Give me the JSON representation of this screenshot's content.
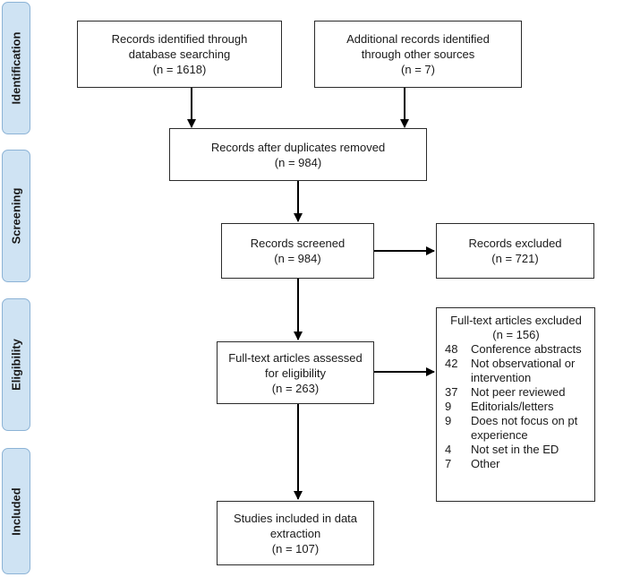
{
  "phases": [
    {
      "id": "identification",
      "label": "Identification"
    },
    {
      "id": "screening",
      "label": "Screening"
    },
    {
      "id": "eligibility",
      "label": "Eligibility"
    },
    {
      "id": "included",
      "label": "Included"
    }
  ],
  "boxes": {
    "database_search": {
      "line1": "Records identified through",
      "line2": "database searching",
      "line3": "(n =  1618)"
    },
    "other_sources": {
      "line1": "Additional records identified",
      "line2": "through other sources",
      "line3": "(n =  7)"
    },
    "after_duplicates": {
      "line1": "Records after duplicates removed",
      "line2": "(n = 984)"
    },
    "screened": {
      "line1": "Records screened",
      "line2": "(n = 984)"
    },
    "excluded": {
      "line1": "Records excluded",
      "line2": "(n = 721)"
    },
    "fulltext_assessed": {
      "line1": "Full-text articles assessed",
      "line2": "for eligibility",
      "line3": "(n = 263)"
    },
    "included": {
      "line1": "Studies included in data",
      "line2": "extraction",
      "line3": "(n = 107)"
    }
  },
  "fulltext_excluded": {
    "title": "Full-text articles excluded",
    "count": "(n = 156)",
    "reasons": [
      {
        "n": "48",
        "line1": "Conference abstracts",
        "line2": ""
      },
      {
        "n": "42",
        "line1": "Not observational or",
        "line2": "intervention"
      },
      {
        "n": "37",
        "line1": "Not peer reviewed",
        "line2": ""
      },
      {
        "n": "9",
        "line1": "Editorials/letters",
        "line2": ""
      },
      {
        "n": "9",
        "line1": "Does not focus on pt",
        "line2": "experience"
      },
      {
        "n": "4",
        "line1": "Not set in the ED",
        "line2": ""
      },
      {
        "n": "7",
        "line1": "Other",
        "line2": ""
      }
    ]
  }
}
